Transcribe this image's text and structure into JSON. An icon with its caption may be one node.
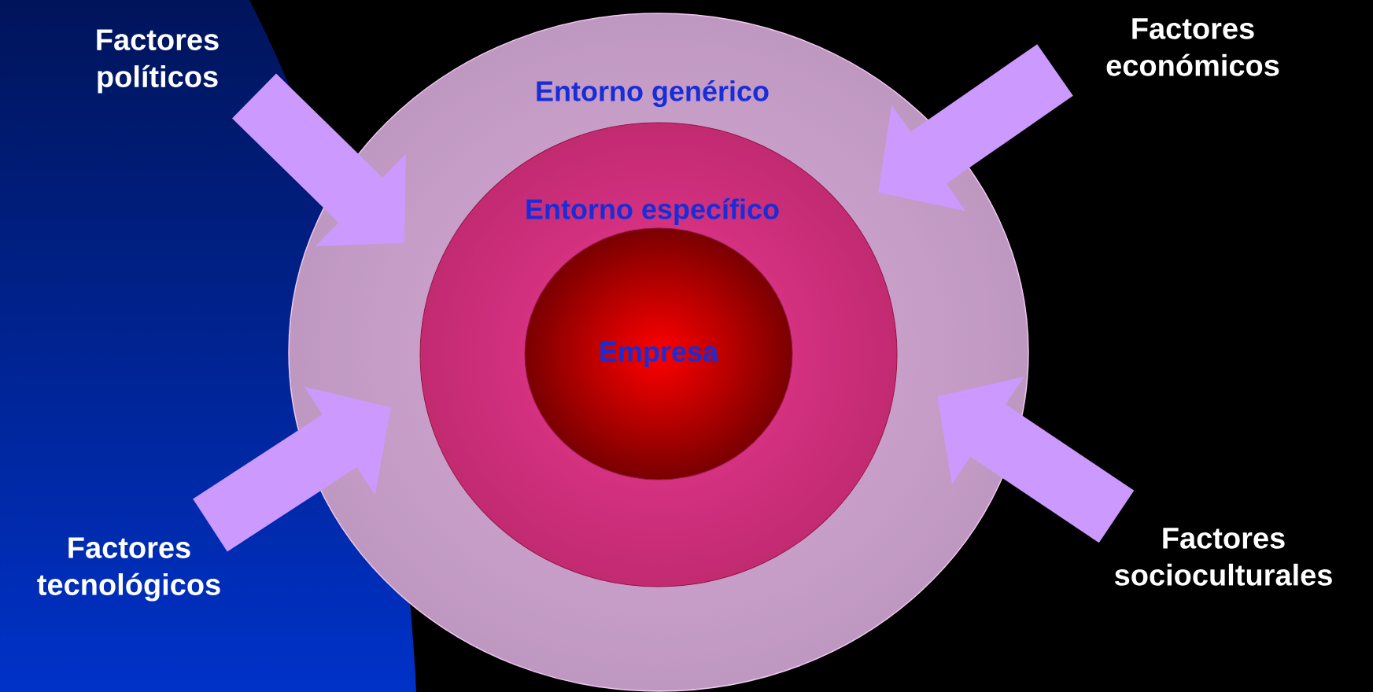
{
  "diagram": {
    "nodes": [
      {
        "text": [
          "Entorno genérico"
        ]
      },
      {
        "text": [
          "Entorno específico"
        ],
        "in": 0
      },
      {
        "text": [
          "Empresa"
        ],
        "in": 1
      },
      {
        "text": [
          "Factores políticos"
        ]
      },
      {
        "text": [
          "Factores económicos"
        ]
      },
      {
        "text": [
          "Factores tecnológicos"
        ]
      },
      {
        "text": [
          "Factores socioculturales"
        ]
      }
    ],
    "edges": [
      {
        "from": 3,
        "to": 0,
        "arrow": "to"
      },
      {
        "from": 4,
        "to": 0,
        "arrow": "to"
      },
      {
        "from": 5,
        "to": 0,
        "arrow": "to"
      },
      {
        "from": 6,
        "to": 0,
        "arrow": "to"
      }
    ]
  }
}
